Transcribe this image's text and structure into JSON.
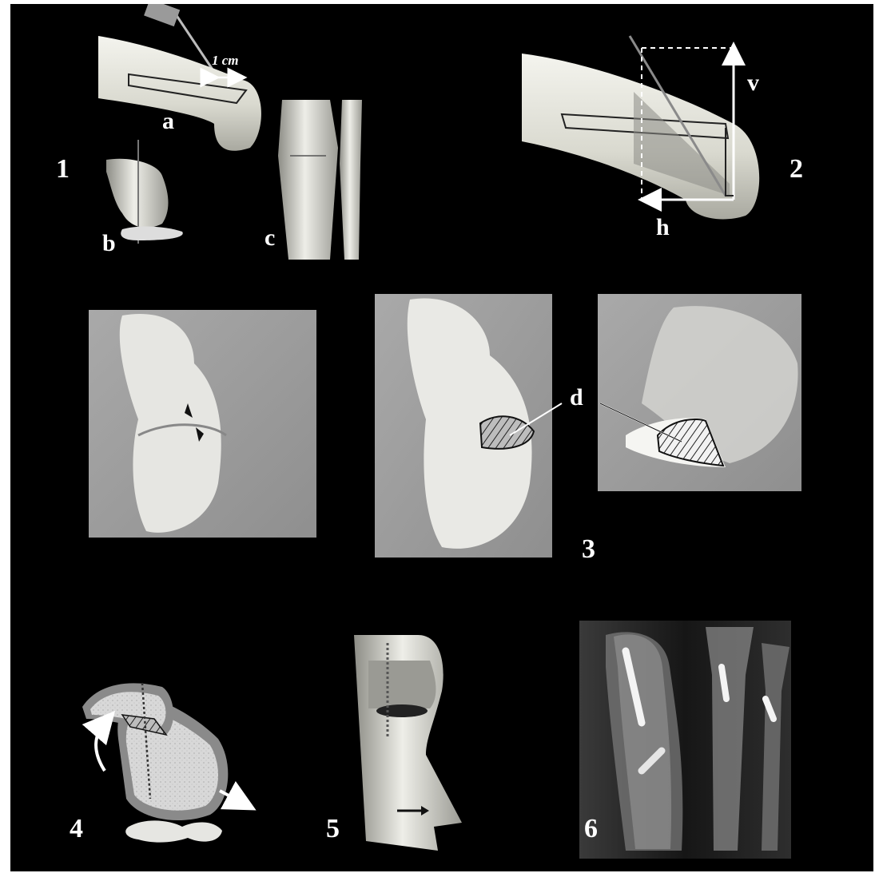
{
  "figure": {
    "panel_numbers": [
      "1",
      "2",
      "3",
      "4",
      "5",
      "6"
    ],
    "sub_labels": {
      "a": "a",
      "b": "b",
      "c": "c",
      "d": "d",
      "h": "h",
      "v": "v"
    },
    "measure_label": "1 cm"
  }
}
